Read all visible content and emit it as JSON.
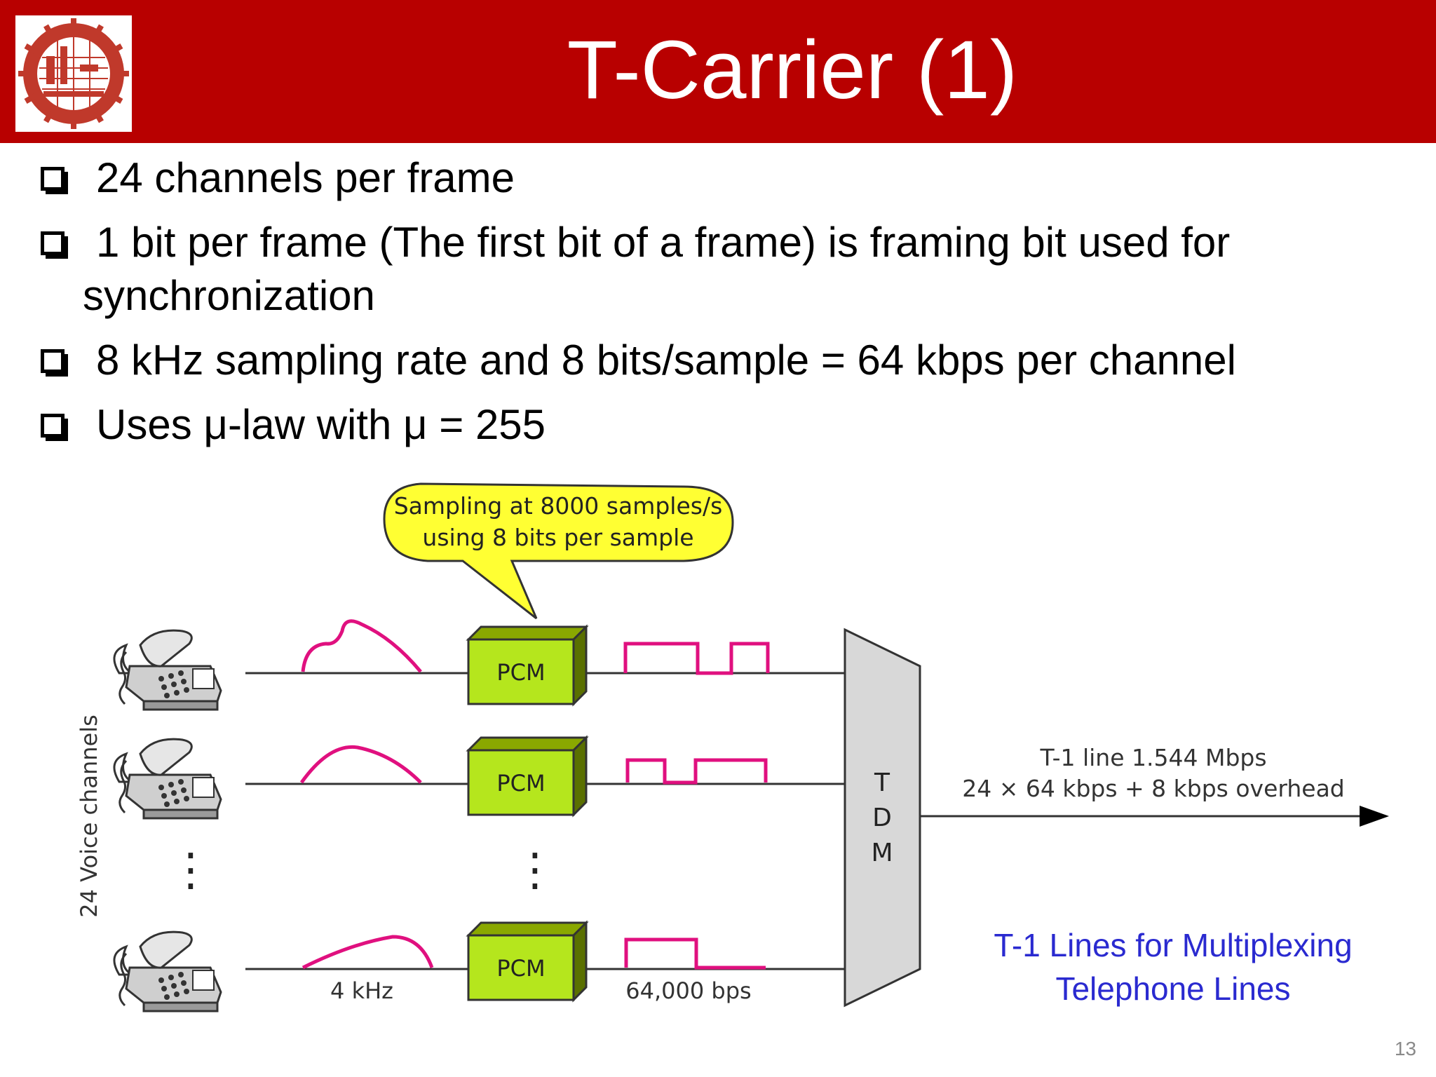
{
  "slide": {
    "title": "T-Carrier (1)",
    "number": "13",
    "colors": {
      "header": "#b80000",
      "pcm_fill": "#b5e61d",
      "signal": "#e0107f",
      "caption": "#2a2ad0",
      "callout": "#ffff33"
    }
  },
  "bullets": [
    {
      "text": "24 channels per frame"
    },
    {
      "text": "1 bit per frame (The first bit of a frame) is framing bit used for",
      "text2": "synchronization"
    },
    {
      "text": "8 kHz sampling rate and 8 bits/sample = 64 kbps per channel"
    },
    {
      "text": "Uses μ-law with μ = 255"
    }
  ],
  "diagram": {
    "callout_line1": "Sampling at 8000 samples/s",
    "callout_line2": "using 8 bits per sample",
    "pcm_label": "PCM",
    "tdm_letters": [
      "T",
      "D",
      "M"
    ],
    "side_label": "24 Voice channels",
    "analog_label": "4 kHz",
    "digital_label": "64,000 bps",
    "output_line1": "T-1 line 1.544 Mbps",
    "output_line2": "24 × 64 kbps + 8 kbps overhead",
    "caption_line1": "T-1 Lines for Multiplexing",
    "caption_line2": "Telephone Lines",
    "dots": "⋮"
  }
}
